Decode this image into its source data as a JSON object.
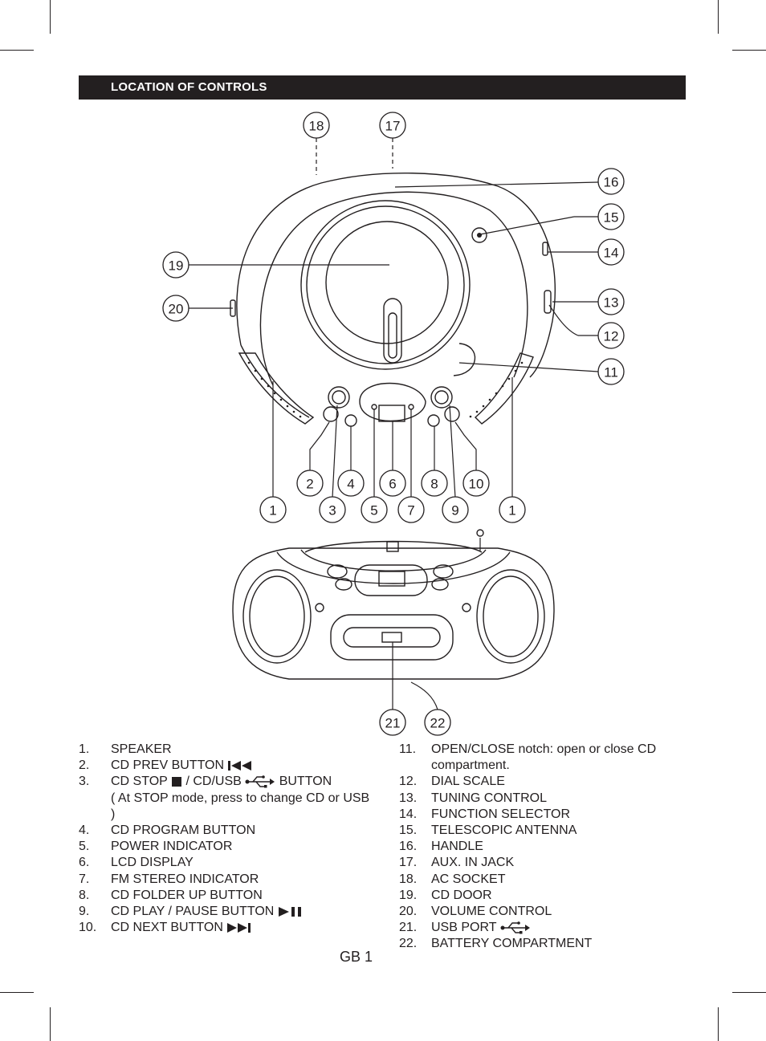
{
  "header": {
    "title": "LOCATION OF CONTROLS"
  },
  "callouts": [
    "1",
    "2",
    "3",
    "4",
    "5",
    "6",
    "7",
    "8",
    "9",
    "10",
    "11",
    "12",
    "13",
    "14",
    "15",
    "16",
    "17",
    "18",
    "19",
    "20",
    "21",
    "22"
  ],
  "legend_left": [
    {
      "num": "1.",
      "label": "SPEAKER"
    },
    {
      "num": "2.",
      "label": "CD PREV BUTTON",
      "icon": "prev-icon"
    },
    {
      "num": "3.",
      "label": "CD STOP",
      "label_b": "/ CD/USB",
      "label_c": "BUTTON",
      "note": "( At STOP mode, press to change CD or USB )",
      "icon": "stop-icon",
      "icon2": "usb-icon"
    },
    {
      "num": "4.",
      "label": "CD PROGRAM BUTTON"
    },
    {
      "num": "5.",
      "label": "POWER INDICATOR"
    },
    {
      "num": "6.",
      "label": "LCD DISPLAY"
    },
    {
      "num": "7.",
      "label": "FM STEREO INDICATOR"
    },
    {
      "num": "8.",
      "label": "CD FOLDER UP BUTTON"
    },
    {
      "num": "9.",
      "label": "CD PLAY / PAUSE BUTTON",
      "icon": "play-pause-icon"
    },
    {
      "num": "10.",
      "label": "CD NEXT BUTTON",
      "icon": "next-icon"
    }
  ],
  "legend_right": [
    {
      "num": "11.",
      "label": "OPEN/CLOSE notch: open or close CD compartment."
    },
    {
      "num": "12.",
      "label": "DIAL SCALE"
    },
    {
      "num": "13.",
      "label": "TUNING  CONTROL"
    },
    {
      "num": "14.",
      "label": "FUNCTION SELECTOR"
    },
    {
      "num": "15.",
      "label": "TELESCOPIC ANTENNA"
    },
    {
      "num": "16.",
      "label": "HANDLE"
    },
    {
      "num": "17.",
      "label": "AUX. IN JACK"
    },
    {
      "num": "18.",
      "label": "AC SOCKET"
    },
    {
      "num": "19.",
      "label": "CD DOOR"
    },
    {
      "num": "20.",
      "label": "VOLUME CONTROL"
    },
    {
      "num": "21.",
      "label": "USB PORT",
      "icon": "usb-icon"
    },
    {
      "num": "22.",
      "label": "BATTERY COMPARTMENT"
    }
  ],
  "footer": {
    "page_label": "GB 1"
  }
}
